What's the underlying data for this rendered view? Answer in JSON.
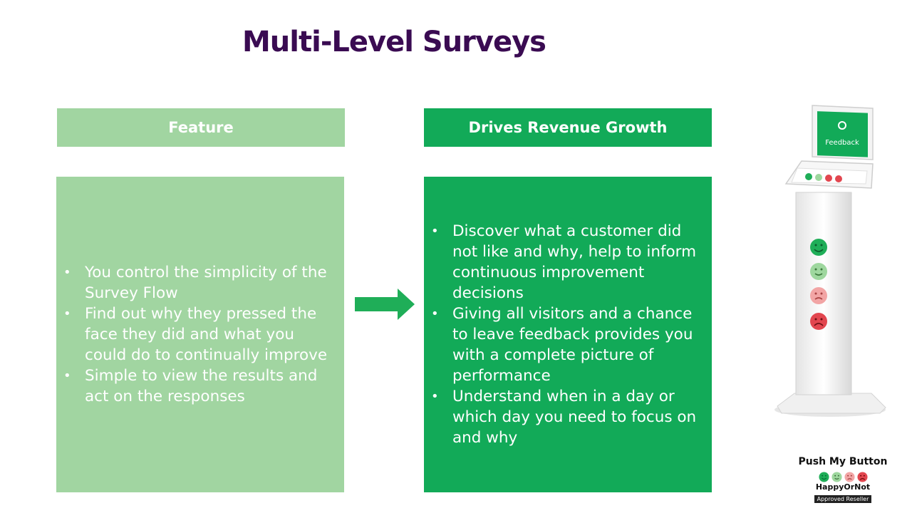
{
  "title": "Multi-Level Surveys",
  "columns": {
    "feature": {
      "header": "Feature",
      "items": [
        "You control the simplicity of the Survey Flow",
        "Find out why they pressed the face they did and what you could do to continually improve",
        "Simple to view the results and act on the responses"
      ]
    },
    "revenue": {
      "header": "Drives Revenue Growth",
      "items": [
        "Discover what a customer did not like and why, help to inform continuous improvement decisions",
        "Giving all visitors and a chance to leave feedback provides you with a complete picture of performance",
        "Understand when in a day or which day you need to focus on and why"
      ]
    }
  },
  "kiosk": {
    "screen_label": "Feedback"
  },
  "logo": {
    "title": "Push My Button",
    "brand": "HappyOrNot",
    "badge": "Approved Reseller"
  },
  "colors": {
    "title": "#3a0b52",
    "light_green": "#a1d5a1",
    "dark_green": "#12aa58",
    "face_green": "#1fae58",
    "face_light_green": "#9ed79e",
    "face_pink": "#f2a5a5",
    "face_red": "#e2464f"
  }
}
